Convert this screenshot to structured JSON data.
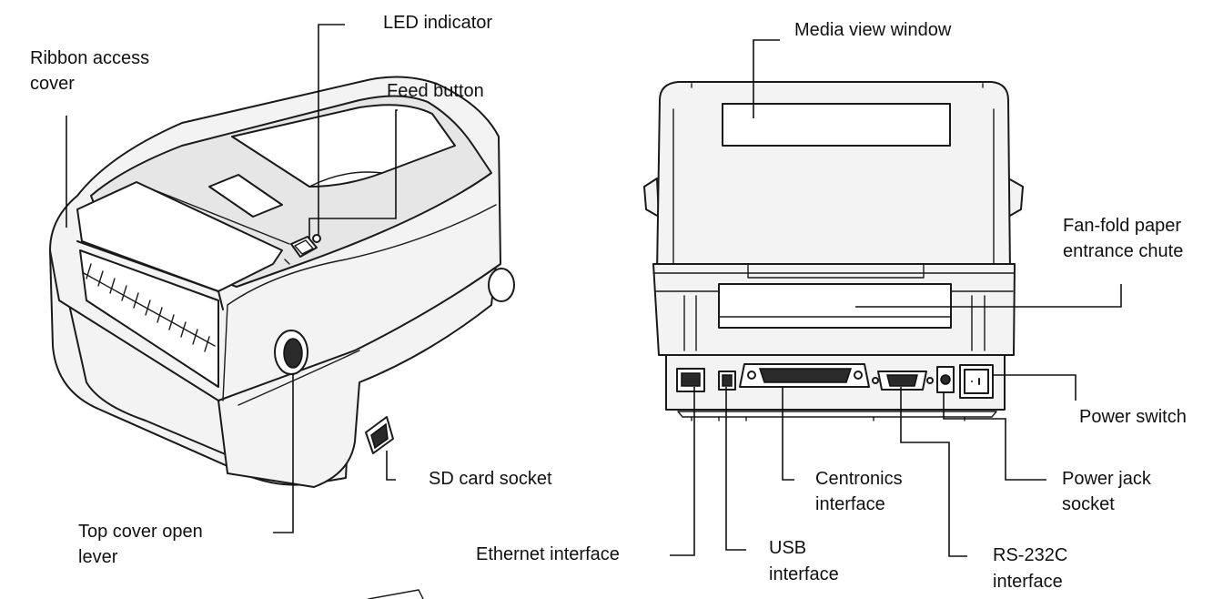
{
  "labels": {
    "led_indicator": "LED indicator",
    "ribbon_access_cover_1": "Ribbon access",
    "ribbon_access_cover_2": "cover",
    "feed_button": "Feed button",
    "sd_card_socket": "SD card socket",
    "top_cover_lever_1": "Top cover open",
    "top_cover_lever_2": "lever",
    "media_view_window": "Media view window",
    "fan_fold_1": "Fan-fold paper",
    "fan_fold_2": "entrance chute",
    "power_switch": "Power switch",
    "centronics_1": "Centronics",
    "centronics_2": "interface",
    "power_jack_1": "Power jack",
    "power_jack_2": "socket",
    "ethernet_interface": "Ethernet interface",
    "usb_1": "USB",
    "usb_2": "interface",
    "rs232_1": "RS-232C",
    "rs232_2": "interface"
  },
  "colors": {
    "outline": "#1a1a1a",
    "fill_light": "#f3f3f3",
    "text": "#111111"
  }
}
